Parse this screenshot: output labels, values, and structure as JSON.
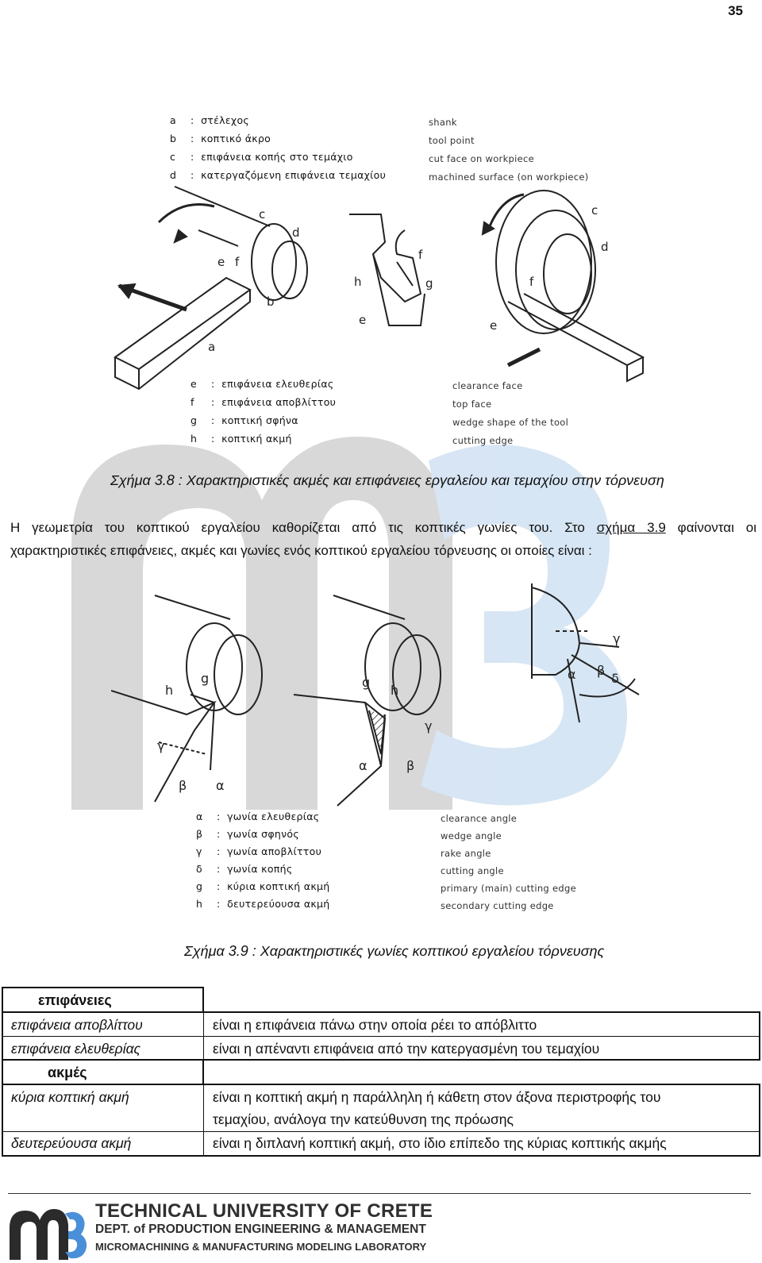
{
  "page_number": "35",
  "figure1": {
    "legend_top": [
      {
        "key": "a",
        "gr": "στέλεχος",
        "en": "shank"
      },
      {
        "key": "b",
        "gr": "κοπτικό άκρο",
        "en": "tool point"
      },
      {
        "key": "c",
        "gr": "επιφάνεια κοπής στο τεμάχιο",
        "en": "cut face on workpiece"
      },
      {
        "key": "d",
        "gr": "κατεργαζόμενη επιφάνεια τεμαχίου",
        "en": "machined surface (on workpiece)"
      }
    ],
    "legend_bottom": [
      {
        "key": "e",
        "gr": "επιφάνεια ελευθερίας",
        "en": "clearance face"
      },
      {
        "key": "f",
        "gr": "επιφάνεια αποβλίττου",
        "en": "top face"
      },
      {
        "key": "g",
        "gr": "κοπτική σφήνα",
        "en": "wedge shape of the tool"
      },
      {
        "key": "h",
        "gr": "κοπτική ακμή",
        "en": "cutting edge"
      }
    ],
    "caption": "Σχήμα 3.8 : Χαρακτηριστικές ακμές και επιφάνειες εργαλείου και τεμαχίου στην τόρνευση"
  },
  "intro": {
    "line1_before": "Η γεωμετρία του κοπτικού εργαλείου καθορίζεται από τις κοπτικές γωνίες του. Στο ",
    "link": "σχήμα 3.9",
    "line1_after": " φαίνονται οι",
    "line2": "χαρακτηριστικές επιφάνειες, ακμές και γωνίες ενός κοπτικού εργαλείου τόρνευσης οι οποίες είναι :"
  },
  "figure2": {
    "legend": [
      {
        "key": "α",
        "gr": "γωνία ελευθερίας",
        "en": "clearance angle"
      },
      {
        "key": "β",
        "gr": "γωνία σφηνός",
        "en": "wedge angle"
      },
      {
        "key": "γ",
        "gr": "γωνία αποβλίττου",
        "en": "rake angle"
      },
      {
        "key": "δ",
        "gr": "γωνία κοπής",
        "en": "cutting angle"
      },
      {
        "key": "g",
        "gr": "κύρια κοπτική ακμή",
        "en": "primary (main) cutting edge"
      },
      {
        "key": "h",
        "gr": "δευτερεύουσα ακμή",
        "en": "secondary cutting edge"
      }
    ],
    "caption": "Σχήμα 3.9 : Χαρακτηριστικές γωνίες κοπτικού εργαλείου τόρνευσης"
  },
  "table": {
    "header1": "επιφάνειες",
    "rows1": [
      {
        "term": "επιφάνεια αποβλίττου",
        "def": "είναι η επιφάνεια πάνω στην οποία ρέει το απόβλιττο"
      },
      {
        "term": "επιφάνεια ελευθερίας",
        "def": "είναι η απέναντι επιφάνεια από την κατεργασμένη του τεμαχίου"
      }
    ],
    "header2": "ακμές",
    "rows2": [
      {
        "term": "κύρια κοπτική ακμή",
        "def1": "είναι η κοπτική ακμή η παράλληλη ή κάθετη στον άξονα περιστροφής του",
        "def2": "τεμαχίου, ανάλογα την κατεύθυνση της πρόωσης"
      },
      {
        "term": "δευτερεύουσα ακμή",
        "def1": "είναι η διπλανή κοπτική ακμή, στο ίδιο επίπεδο της κύριας κοπτικής ακμής"
      }
    ]
  },
  "footer": {
    "line1": "TECHNICAL UNIVERSITY OF CRETE",
    "line2": "DEPT. of PRODUCTION ENGINEERING & MANAGEMENT",
    "line3": "MICROMACHINING & MANUFACTURING MODELING LABORATORY"
  },
  "colors": {
    "watermark_gray": "#d4d4d4",
    "watermark_blue": "#d3e3f3",
    "text": "#111111"
  }
}
